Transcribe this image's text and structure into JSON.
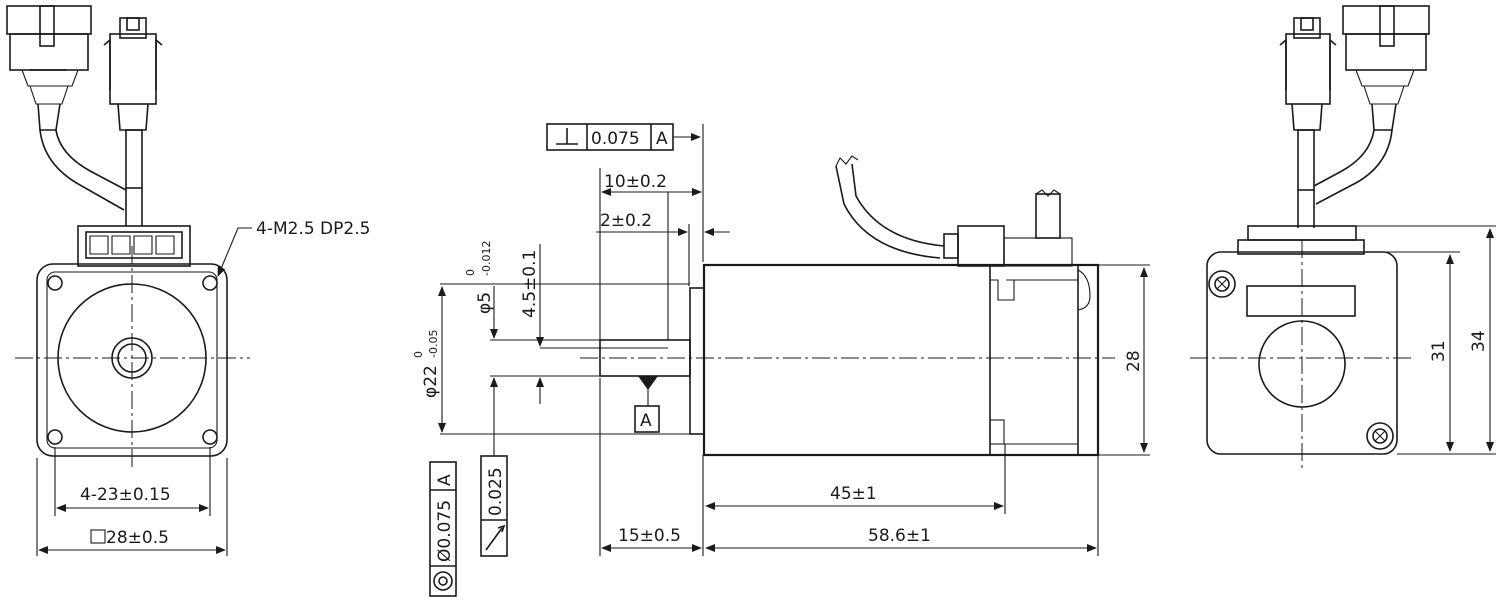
{
  "labels": {
    "thread_note": "4-M2.5 DP2.5",
    "bolt_circle": "4-23±0.15",
    "square_size": "28±0.5",
    "perp_tol": "0.075",
    "datum_ref": "A",
    "shaft_length": "10±0.2",
    "key_length": "2±0.2",
    "shaft_dia_sym": "φ5",
    "shaft_dia_upper": "0",
    "shaft_dia_lower": "-0.012",
    "flat_depth": "4.5±0.1",
    "pilot_dia_sym": "φ22",
    "pilot_dia_upper": "0",
    "pilot_dia_lower": "-0.05",
    "datum_label": "A",
    "runout_tol": "0.025",
    "conc_tol": "Ø0.075",
    "conc_datum": "A",
    "dim_15": "15±0.5",
    "dim_45": "45±1",
    "dim_58": "58.6±1",
    "dim_28": "28",
    "dim_31": "31",
    "dim_34": "34"
  }
}
